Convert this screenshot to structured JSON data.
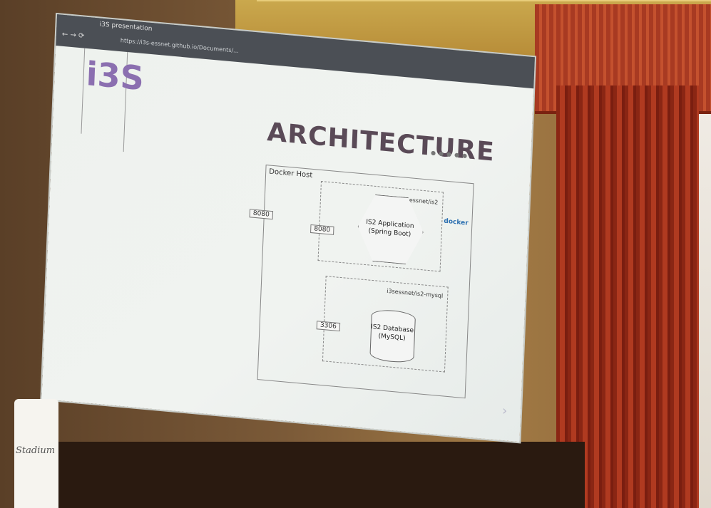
{
  "browser": {
    "tab_title": "i3S presentation",
    "url": "https://i3s-essnet.github.io/Documents/..."
  },
  "slide": {
    "logo": "i3S",
    "title": "ARCHITECTURE",
    "docker_host": "Docker Host",
    "container_app": "i3sessnet/is2",
    "container_db": "i3sessnet/is2-mysql",
    "app_label": "IS2 Application\n(Spring Boot)",
    "db_label": "IS2 Database\n(MySQL)",
    "port_host_app": "8080",
    "port_container_app": "8080",
    "port_db": "3306",
    "docker_badge": "docker",
    "next_arrow": "›"
  },
  "scene": {
    "flipchart_text": "Stadium"
  },
  "colors": {
    "logo": "#8b6fb0",
    "title": "#5a4a57",
    "curtain": "#b03a20"
  }
}
